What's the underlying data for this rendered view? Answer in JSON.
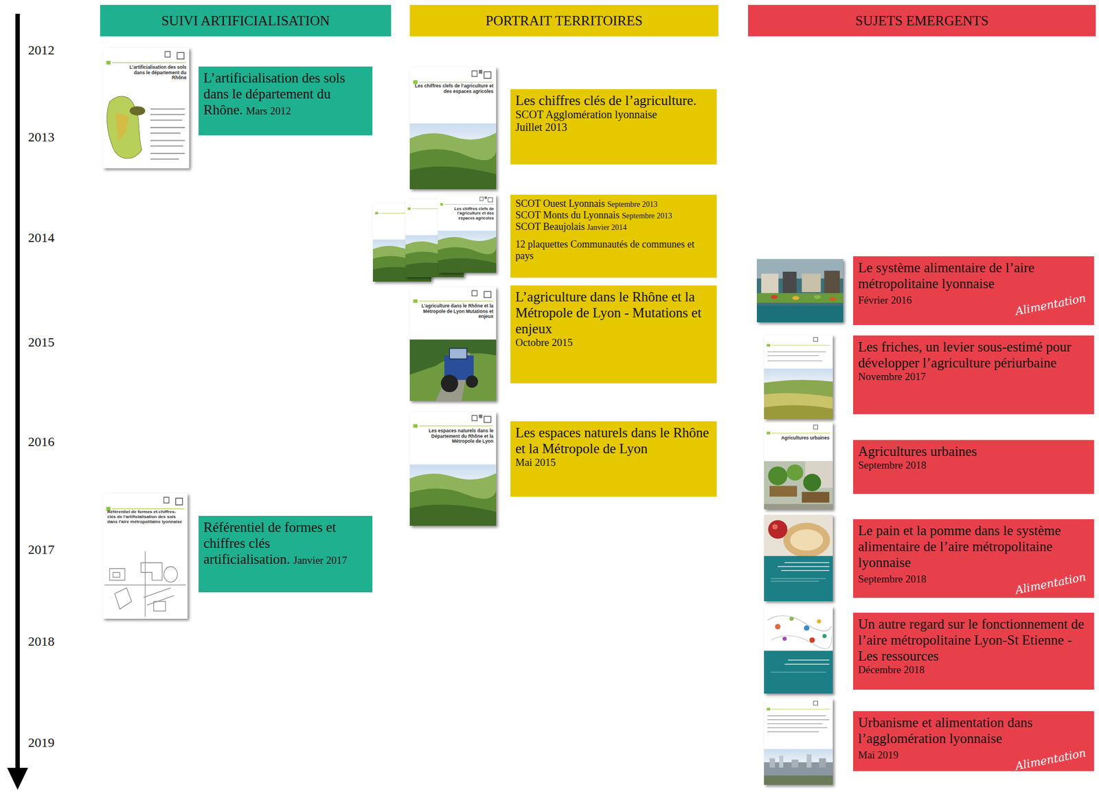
{
  "diagram": {
    "nodes": [
      {
        "text": [
          "SUIVI ARTIFICIALISATION"
        ]
      },
      {
        "text": [
          "PORTRAIT TERRITOIRES"
        ]
      },
      {
        "text": [
          "SUJETS EMERGENTS"
        ]
      },
      {
        "text": [
          "L’artificialisation des sols dans le département du Rhône.",
          "Mars 2012"
        ]
      },
      {
        "text": [
          "Référentiel de formes et chiffres clés artificialisation.",
          "Janvier 2017"
        ]
      },
      {
        "text": [
          "Les chiffres clés de l’agriculture.",
          "SCOT Agglomération lyonnaise",
          "Juillet 2013"
        ]
      },
      {
        "text": [
          "SCOT Ouest Lyonnais",
          "Septembre 2013",
          "SCOT Monts du Lyonnais",
          "Septembre 2013",
          "SCOT Beaujolais",
          "Janvier 2014",
          "12 plaquettes Communautés de communes et pays"
        ]
      },
      {
        "text": [
          "L’agriculture dans le Rhône et la Métropole de Lyon - Mutations et enjeux",
          "Octobre 2015"
        ]
      },
      {
        "text": [
          "Les espaces naturels dans le Rhône et la Métropole de Lyon",
          "Mai 2015"
        ]
      },
      {
        "text": [
          "Le système alimentaire de l’aire métropolitaine lyonnaise",
          "Février 2016",
          "Alimentation"
        ]
      },
      {
        "text": [
          "Les friches, un levier sous-estimé pour développer l’agriculture périurbaine",
          "Novembre 2017"
        ]
      },
      {
        "text": [
          "Agricultures urbaines",
          "Septembre 2018"
        ]
      },
      {
        "text": [
          "Le pain et la pomme dans le système alimentaire de l’aire métropolitaine lyonnaise",
          "Septembre 2018",
          "Alimentation"
        ]
      },
      {
        "text": [
          "Un autre regard sur le fonctionnement de l’aire métropolitaine Lyon-St Etienne - Les ressources",
          "Décembre 2018"
        ]
      },
      {
        "text": [
          "Urbanisme et alimentation dans l’agglomération lyonnaise",
          "Mai 2019",
          "Alimentation"
        ]
      }
    ],
    "labels": [
      "2012",
      "2013",
      "2014",
      "2015",
      "2016",
      "2017",
      "2018",
      "2019",
      "L’artificialisation des sols dans le département du Rhône",
      "Les chiffres clefs de l’agriculture et des espaces agricoles",
      "Les chiffres clefs de l’agriculture et des espaces agricoles",
      "L’agriculture dans le Rhône et la Métropole de Lyon Mutations et enjeux",
      "Les espaces naturels dans le Département du Rhône et la Métropole de Lyon",
      "Référentiel de formes et chiffres-clés de l’artificialisation des sols dans l’aire métropolitaine lyonnaise",
      "Agricultures urbaines"
    ]
  }
}
